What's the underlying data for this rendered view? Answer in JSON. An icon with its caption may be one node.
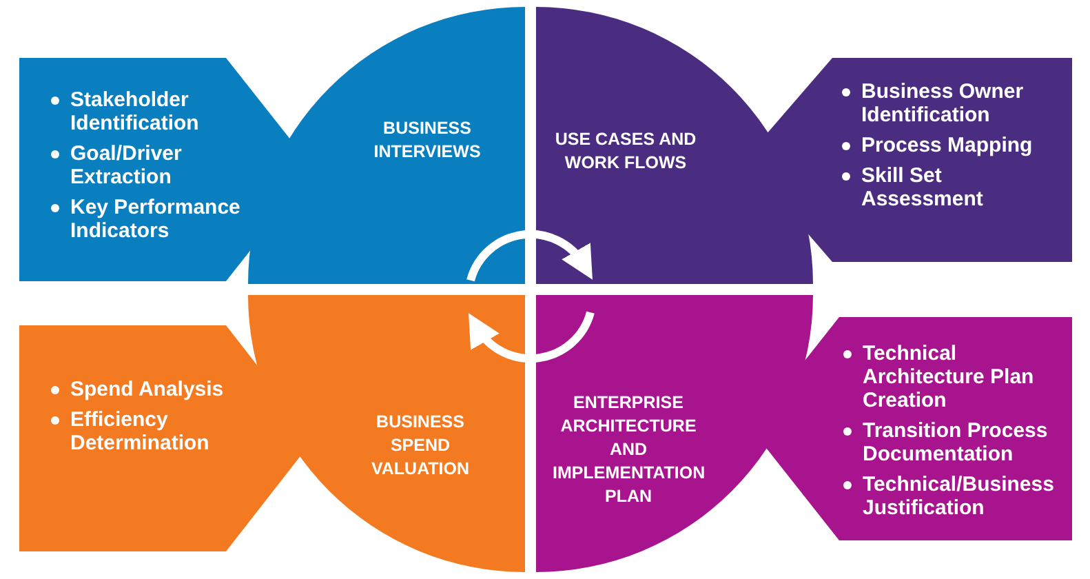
{
  "diagram": {
    "nodes": [
      {
        "text": [
          "Stakeholder Identification",
          "Goal/Driver Extraction",
          "Key Performance Indicators"
        ]
      },
      {
        "text": [
          "BUSINESS INTERVIEWS"
        ]
      },
      {
        "text": [
          "USE CASES AND WORK FLOWS"
        ]
      },
      {
        "text": [
          "Business Owner Identification",
          "Process Mapping",
          "Skill Set Assessment"
        ]
      },
      {
        "text": [
          "Spend Analysis",
          "Efficiency Determination"
        ]
      },
      {
        "text": [
          "BUSINESS SPEND VALUATION"
        ]
      },
      {
        "text": [
          "ENTERPRISE ARCHITECTURE AND IMPLEMENTATION PLAN"
        ]
      },
      {
        "text": [
          "Technical Architecture Plan Creation",
          "Transition Process Documentation",
          "Technical/Business Justification"
        ]
      }
    ],
    "edges": [
      {
        "from": 1,
        "to": 2,
        "arrow": "to"
      },
      {
        "from": 6,
        "to": 5,
        "arrow": "to"
      }
    ]
  }
}
